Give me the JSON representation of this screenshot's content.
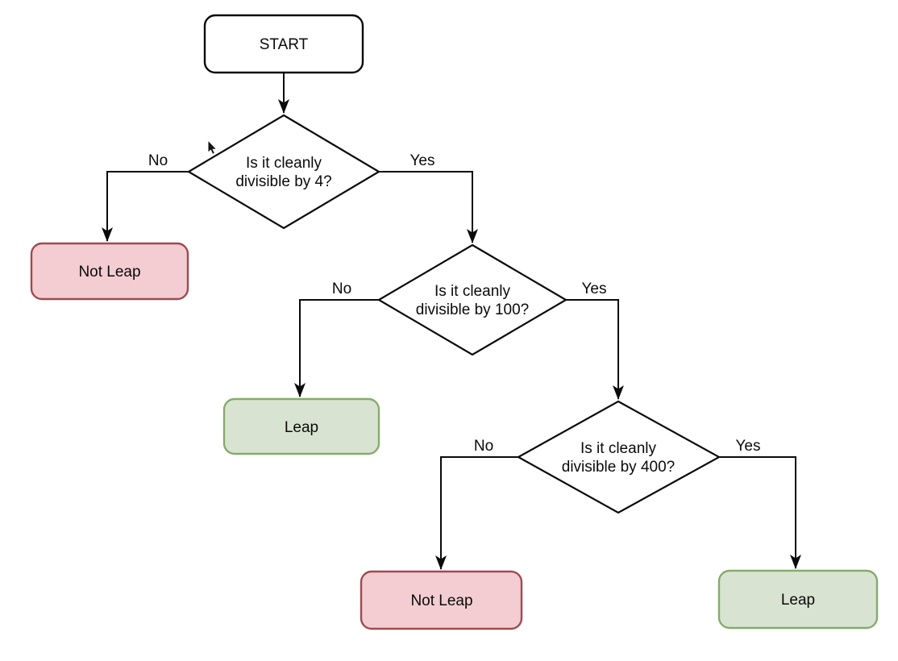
{
  "canvas": {
    "background": "#ffffff",
    "line_color": "#0a0a0a"
  },
  "colors": {
    "negative_fill": "#f3cdd1",
    "negative_stroke": "#a04a51",
    "positive_fill": "#d8e4d1",
    "positive_stroke": "#87aa6d",
    "neutral_fill": "#ffffff",
    "neutral_stroke": "#0a0a0a"
  },
  "icons": {
    "mouse_cursor": "arrow-pointer"
  },
  "nodes": {
    "start": {
      "label": "START",
      "fill": "#ffffff",
      "stroke": "#0a0a0a"
    },
    "decision_div4": {
      "line1": "Is it cleanly",
      "line2": "divisible by 4?"
    },
    "decision_div100": {
      "line1": "Is it cleanly",
      "line2": "divisible by 100?"
    },
    "decision_div400": {
      "line1": "Is it cleanly",
      "line2": "divisible by 400?"
    },
    "not_leap_1": {
      "label": "Not Leap",
      "fill": "#f3cdd1",
      "stroke": "#a04a51"
    },
    "leap_1": {
      "label": "Leap",
      "fill": "#d8e4d1",
      "stroke": "#87aa6d"
    },
    "not_leap_2": {
      "label": "Not Leap",
      "fill": "#f3cdd1",
      "stroke": "#a04a51"
    },
    "leap_2": {
      "label": "Leap",
      "fill": "#d8e4d1",
      "stroke": "#87aa6d"
    }
  },
  "edges": {
    "div4_no": "No",
    "div4_yes": "Yes",
    "div100_no": "No",
    "div100_yes": "Yes",
    "div400_no": "No",
    "div400_yes": "Yes"
  }
}
